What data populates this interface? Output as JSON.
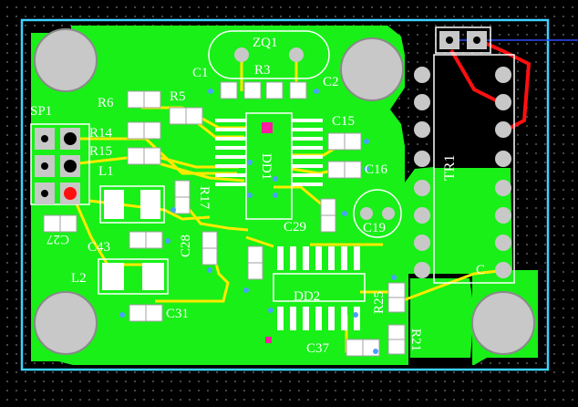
{
  "colors": {
    "board_outline": "#3fd2ff",
    "copper_pour": "#18f018",
    "trace_yellow": "#ffea00",
    "trace_red": "#ff1010",
    "pad_gray": "#c8c8c8",
    "silk": "#ffffff",
    "via_blue": "#4aa0ff",
    "marker_magenta": "#ff1aa0",
    "background": "#000000"
  },
  "labels": {
    "zq1": "ZQ1",
    "c1": "C1",
    "r3": "R3",
    "c2": "C2",
    "r6": "R6",
    "r5": "R5",
    "sp1": "SP1",
    "r14": "R14",
    "r15": "R15",
    "l1": "L1",
    "c15": "C15",
    "c16": "C16",
    "dd1": "DD1",
    "r17": "R17",
    "c28": "C28",
    "c29": "C29",
    "c19": "C19",
    "tr1": "TR1",
    "c27": "C27",
    "c43": "C43",
    "l2": "L2",
    "c31": "C31",
    "dd2": "DD2",
    "r25": "R25",
    "c37": "C37",
    "r21": "R21",
    "c_small": "C"
  }
}
